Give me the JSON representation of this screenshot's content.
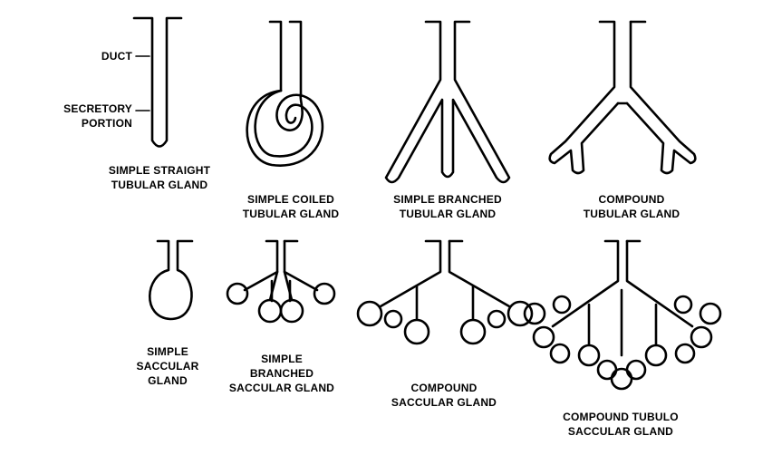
{
  "colors": {
    "ink": "#000000",
    "paper": "#ffffff"
  },
  "callouts": {
    "duct": "DUCT",
    "secretory_1": "SECRETORY",
    "secretory_2": "PORTION"
  },
  "glands": [
    {
      "id": "simple-straight-tubular",
      "lines": [
        "SIMPLE STRAIGHT",
        "TUBULAR GLAND"
      ]
    },
    {
      "id": "simple-coiled-tubular",
      "lines": [
        "SIMPLE COILED",
        "TUBULAR GLAND"
      ]
    },
    {
      "id": "simple-branched-tubular",
      "lines": [
        "SIMPLE BRANCHED",
        "TUBULAR GLAND"
      ]
    },
    {
      "id": "compound-tubular",
      "lines": [
        "COMPOUND",
        "TUBULAR GLAND"
      ]
    },
    {
      "id": "simple-saccular",
      "lines": [
        "SIMPLE",
        "SACCULAR",
        "GLAND"
      ]
    },
    {
      "id": "simple-branched-saccular",
      "lines": [
        "SIMPLE",
        "BRANCHED",
        "SACCULAR GLAND"
      ]
    },
    {
      "id": "compound-saccular",
      "lines": [
        "COMPOUND",
        "SACCULAR GLAND"
      ]
    },
    {
      "id": "compound-tubulo-saccular",
      "lines": [
        "COMPOUND TUBULO",
        "SACCULAR GLAND"
      ]
    }
  ]
}
